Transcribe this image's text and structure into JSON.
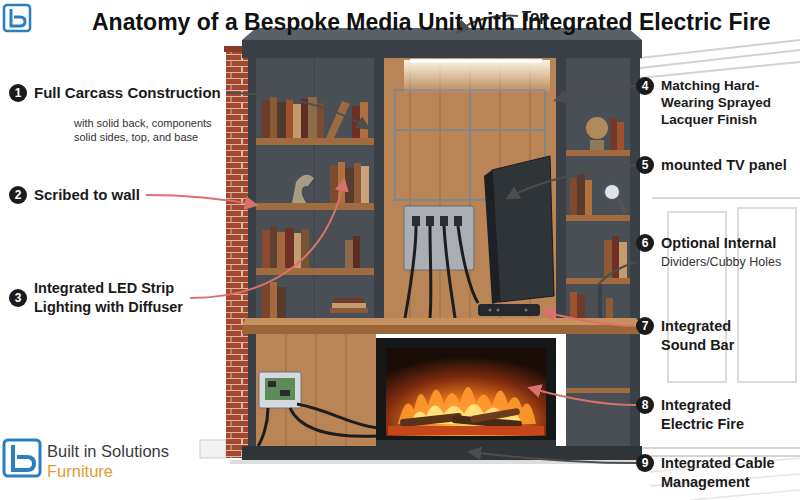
{
  "diagram": {
    "title": "Anatomy of a Bespoke Media Unit with Integrated Electric Fire",
    "nodes": [
      {
        "text": [
          "1"
        ]
      },
      {
        "text": [
          "2"
        ]
      },
      {
        "text": [
          "3"
        ]
      },
      {
        "text": [
          "4"
        ]
      },
      {
        "text": [
          "5"
        ]
      },
      {
        "text": [
          "6"
        ]
      },
      {
        "text": [
          "7"
        ]
      },
      {
        "text": [
          "8"
        ]
      },
      {
        "text": [
          "9"
        ]
      }
    ],
    "labels": [
      "Top",
      "Full Carcass Construction",
      "with solid back, components solid sides, top, and base",
      "Matching Hard-Wearing Sprayed Lacquer Finish",
      "mounted TV panel",
      "Scribed to wall",
      "Optional Internal",
      "Dividers/Cubby Holes",
      "Integrated LED Strip Lighting with Diffuser",
      "Integrated Sound Bar",
      "Integrated Electric Fire",
      "Built in Solutions",
      "Furniture",
      "Integrated Cable Management"
    ]
  }
}
